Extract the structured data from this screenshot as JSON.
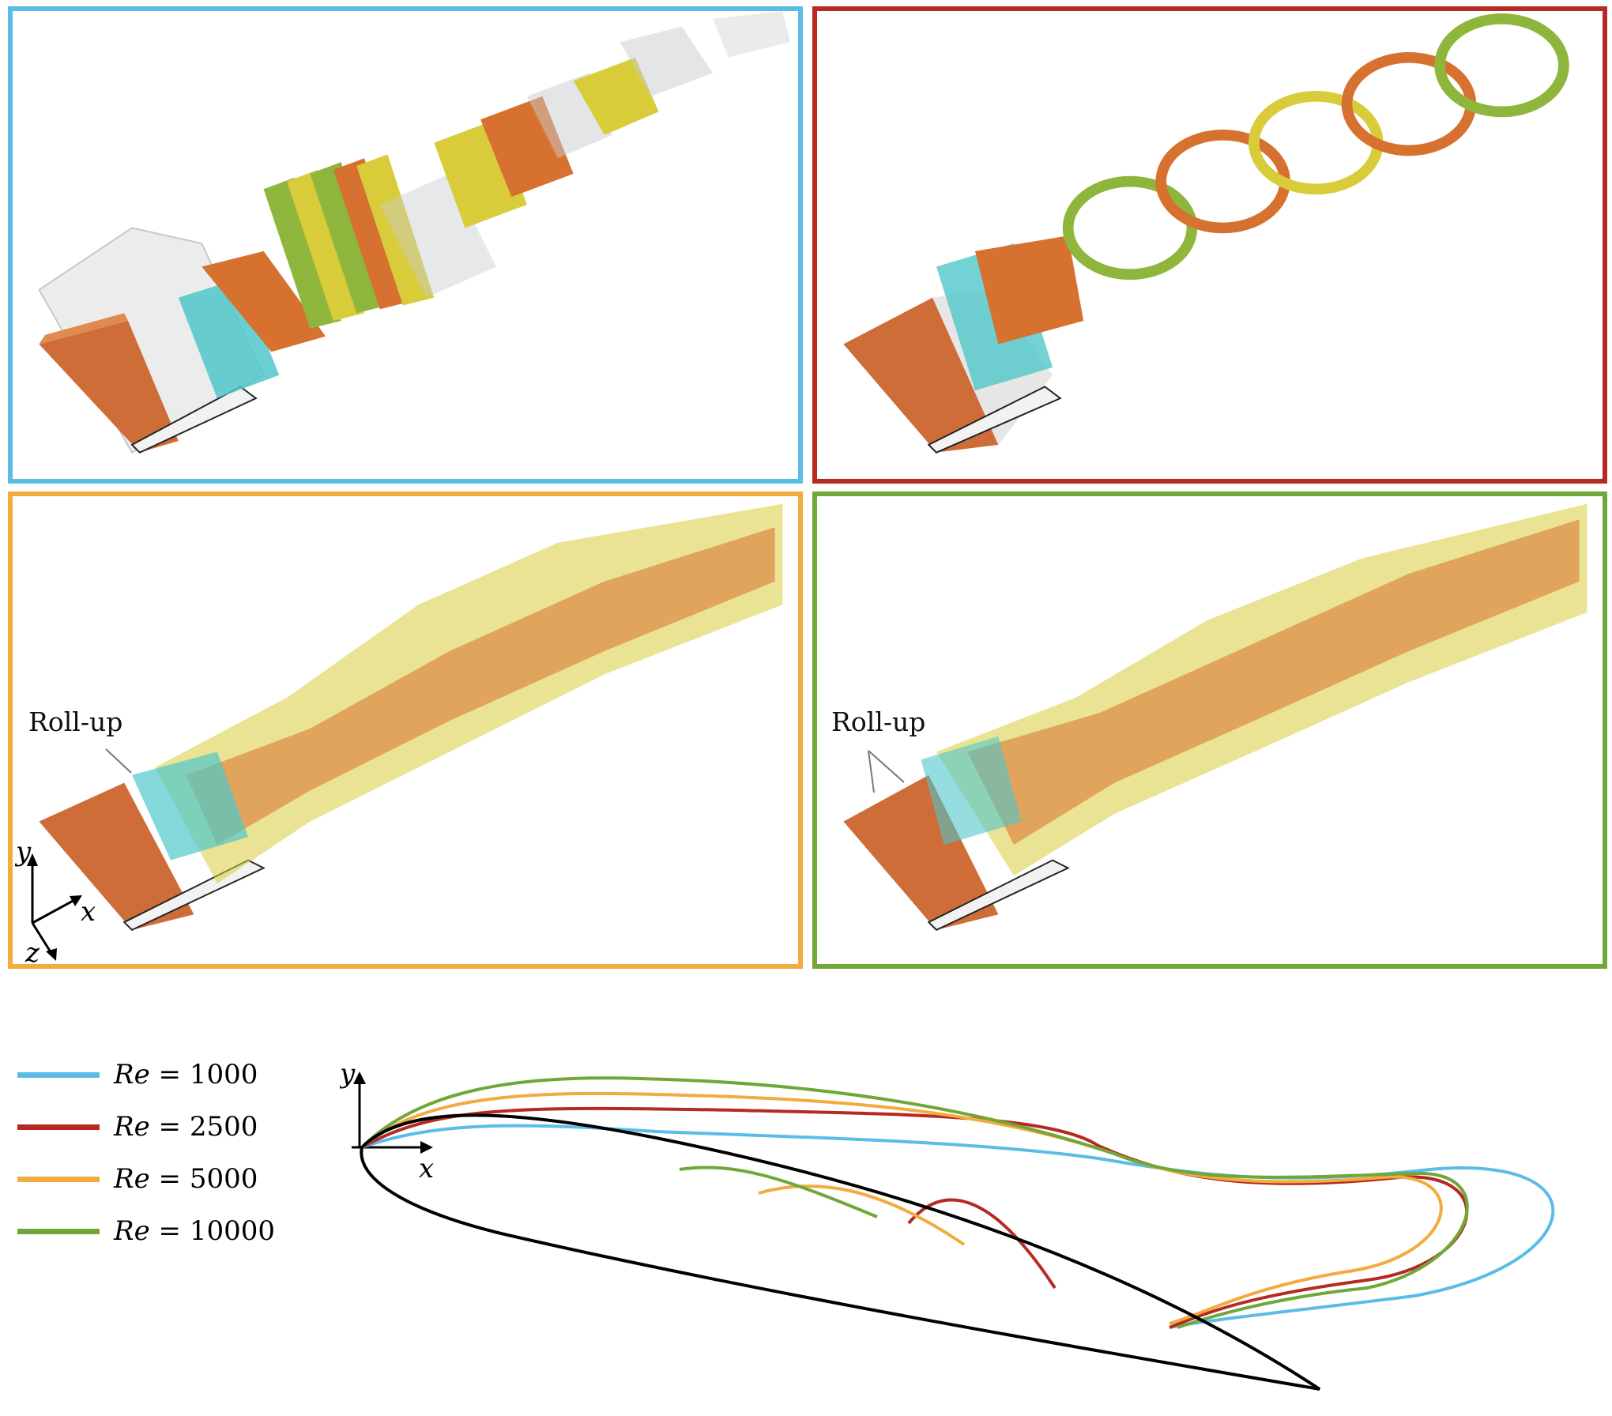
{
  "panels": [
    {
      "id": "p1",
      "border_color": "#5bbde6"
    },
    {
      "id": "p2",
      "border_color": "#b52a23"
    },
    {
      "id": "p3",
      "border_color": "#f2ab3e",
      "callout": "Roll-up"
    },
    {
      "id": "p4",
      "border_color": "#6fa838",
      "callout": "Roll-up"
    }
  ],
  "axes3d": {
    "x": "x",
    "y": "y",
    "z": "z"
  },
  "legend": [
    {
      "var": "Re",
      "value": "= 1000",
      "color": "#5bbde6"
    },
    {
      "var": "Re",
      "value": "= 2500",
      "color": "#b52a23"
    },
    {
      "var": "Re",
      "value": "= 5000",
      "color": "#f2ab3e"
    },
    {
      "var": "Re",
      "value": "= 10000",
      "color": "#6fa838"
    }
  ],
  "profile_axes": {
    "x": "x",
    "y": "y"
  },
  "colors": {
    "airfoil": "#cf6d39",
    "airfoil_dark": "#a84f26",
    "vortex_orange": "#d7712f",
    "vortex_yellow": "#d9cc3a",
    "vortex_green": "#8fb63c",
    "vortex_cyan": "#4fc7c9",
    "ghost": "#c9ccd0"
  }
}
